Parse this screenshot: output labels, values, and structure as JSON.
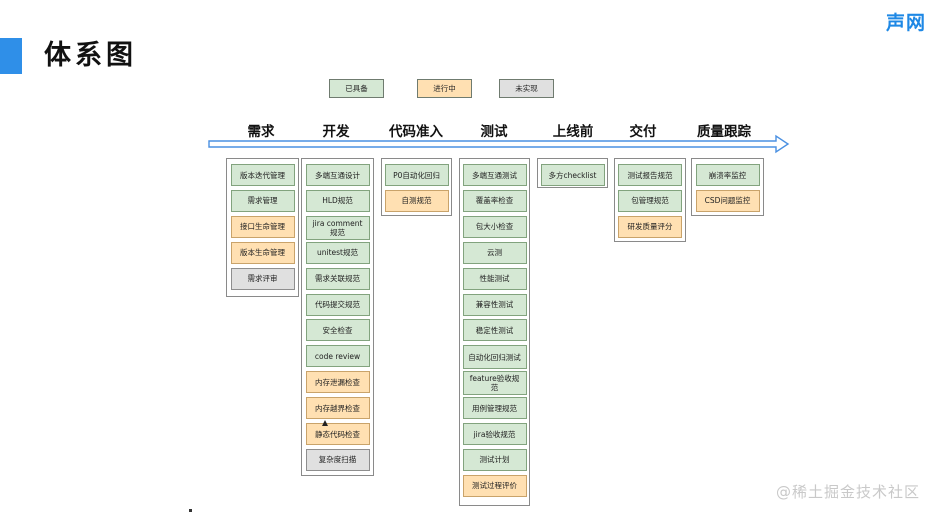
{
  "header": {
    "title": "体系图",
    "logo": "声网"
  },
  "legend": {
    "done": "已具备",
    "doing": "进行中",
    "todo": "未实现"
  },
  "stages": [
    {
      "name": "需求",
      "items": [
        {
          "label": "版本迭代管理",
          "status": "done"
        },
        {
          "label": "需求管理",
          "status": "done"
        },
        {
          "label": "接口生命管理",
          "status": "doing"
        },
        {
          "label": "版本生命管理",
          "status": "doing"
        },
        {
          "label": "需求评审",
          "status": "todo"
        }
      ]
    },
    {
      "name": "开发",
      "items": [
        {
          "label": "多端互通设计",
          "status": "done"
        },
        {
          "label": "HLD规范",
          "status": "done"
        },
        {
          "label": "jira comment 规范",
          "status": "done"
        },
        {
          "label": "unitest规范",
          "status": "done"
        },
        {
          "label": "需求关联规范",
          "status": "done"
        },
        {
          "label": "代码提交规范",
          "status": "done"
        },
        {
          "label": "安全检查",
          "status": "done"
        },
        {
          "label": "code review",
          "status": "done"
        },
        {
          "label": "内存泄漏检查",
          "status": "doing"
        },
        {
          "label": "内存越界检查",
          "status": "doing"
        },
        {
          "label": "静态代码检查",
          "status": "doing"
        },
        {
          "label": "复杂度扫描",
          "status": "todo"
        }
      ]
    },
    {
      "name": "代码准入",
      "items": [
        {
          "label": "P0自动化回归",
          "status": "done"
        },
        {
          "label": "自测规范",
          "status": "doing"
        }
      ]
    },
    {
      "name": "测试",
      "items": [
        {
          "label": "多端互通测试",
          "status": "done"
        },
        {
          "label": "覆盖率检查",
          "status": "done"
        },
        {
          "label": "包大小检查",
          "status": "done"
        },
        {
          "label": "云测",
          "status": "done"
        },
        {
          "label": "性能测试",
          "status": "done"
        },
        {
          "label": "兼容性测试",
          "status": "done"
        },
        {
          "label": "稳定性测试",
          "status": "done"
        },
        {
          "label": "自动化回归测试",
          "status": "done"
        },
        {
          "label": "feature验收规范",
          "status": "done"
        },
        {
          "label": "用例管理规范",
          "status": "done"
        },
        {
          "label": "jira验收规范",
          "status": "done"
        },
        {
          "label": "测试计划",
          "status": "done"
        },
        {
          "label": "测试过程评价",
          "status": "doing"
        }
      ]
    },
    {
      "name": "上线前",
      "items": [
        {
          "label": "多方checklist",
          "status": "done"
        }
      ]
    },
    {
      "name": "交付",
      "items": [
        {
          "label": "测试报告规范",
          "status": "done"
        },
        {
          "label": "包管理规范",
          "status": "done"
        },
        {
          "label": "研发质量评分",
          "status": "doing"
        }
      ]
    },
    {
      "name": "质量跟踪",
      "items": [
        {
          "label": "崩溃率监控",
          "status": "done"
        },
        {
          "label": "CSD问题监控",
          "status": "doing"
        }
      ]
    }
  ],
  "watermark": "@稀土掘金技术社区",
  "colors": {
    "done": "#d5e8d4",
    "doing": "#ffe0b2",
    "todo": "#e0e0e0",
    "accent": "#2f8fe8",
    "arrow": "#4a90e2"
  }
}
